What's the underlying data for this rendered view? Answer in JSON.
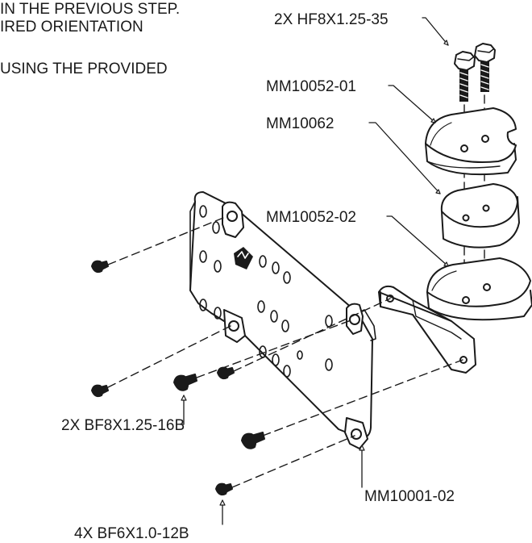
{
  "instructions": {
    "line1": "IN THE PREVIOUS STEP.",
    "line2": "IRED ORIENTATION",
    "line3": "USING THE PROVIDED"
  },
  "callouts": {
    "bolts_top": "2X HF8X1.25-35",
    "upper_plate": "MM10052-01",
    "spacer": "MM10062",
    "lower_plate": "MM10052-02",
    "buttonhead_large": "2X BF8X1.25-16B",
    "main_bracket": "MM10001-02",
    "buttonhead_small": "4X BF6X1.0-12B"
  },
  "colors": {
    "ink": "#1a1a1a",
    "paper": "#ffffff"
  }
}
